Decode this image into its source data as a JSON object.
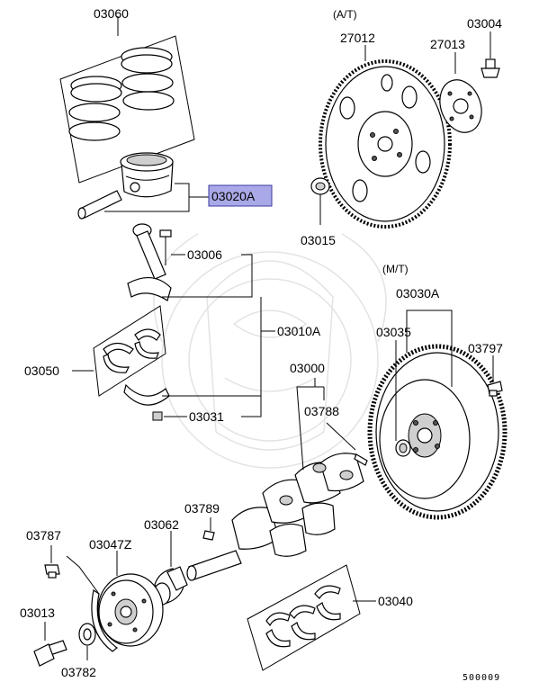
{
  "labels": {
    "p03060": "03060",
    "p03020A": "03020A",
    "p03006": "03006",
    "p03010A": "03010A",
    "p03050": "03050",
    "p03031": "03031",
    "p03000": "03000",
    "p03788": "03788",
    "p03789": "03789",
    "p03062": "03062",
    "p03787": "03787",
    "p03047Z": "03047Z",
    "p03013": "03013",
    "p03782": "03782",
    "p03040": "03040",
    "at": "(A/T)",
    "p27012": "27012",
    "p27013": "27013",
    "p03004": "03004",
    "p03015": "03015",
    "mt": "(M/T)",
    "p03030A": "03030A",
    "p03035": "03035",
    "p03797": "03797"
  },
  "diagram_code": "500009",
  "colors": {
    "highlight_fill": "#a9a9e8",
    "highlight_border": "#3a3aa0",
    "watermark": "#e3e3e3"
  }
}
